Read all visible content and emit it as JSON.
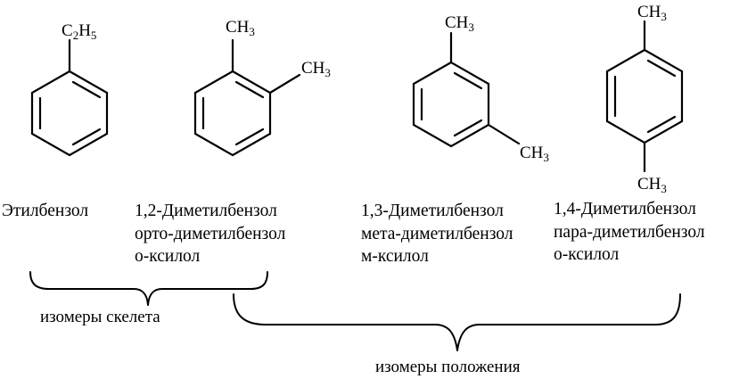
{
  "structures": [
    {
      "id": "ethylbenzene",
      "substituents": [
        {
          "main": "C",
          "sub": "2",
          "rest": "H",
          "sub2": "5"
        }
      ],
      "name_lines": [
        "Этилбензол"
      ]
    },
    {
      "id": "ortho",
      "substituents": [
        {
          "main": "CH",
          "sub": "3"
        },
        {
          "main": "CH",
          "sub": "3"
        }
      ],
      "name_lines": [
        "1,2-Диметилбензол",
        "орто-диметилбензол",
        "о-ксилол"
      ]
    },
    {
      "id": "meta",
      "substituents": [
        {
          "main": "CH",
          "sub": "3"
        },
        {
          "main": "CH",
          "sub": "3"
        }
      ],
      "name_lines": [
        "1,3-Диметилбензол",
        "мета-диметилбензол",
        "м-ксилол"
      ]
    },
    {
      "id": "para",
      "substituents": [
        {
          "main": "CH",
          "sub": "3"
        },
        {
          "main": "CH",
          "sub": "3"
        }
      ],
      "name_lines": [
        "1,4-Диметилбензол",
        "пара-диметилбензол",
        "о-ксилол"
      ]
    }
  ],
  "groups": {
    "skeleton_isomers": "изомеры скелета",
    "position_isomers": "изомеры положения"
  }
}
